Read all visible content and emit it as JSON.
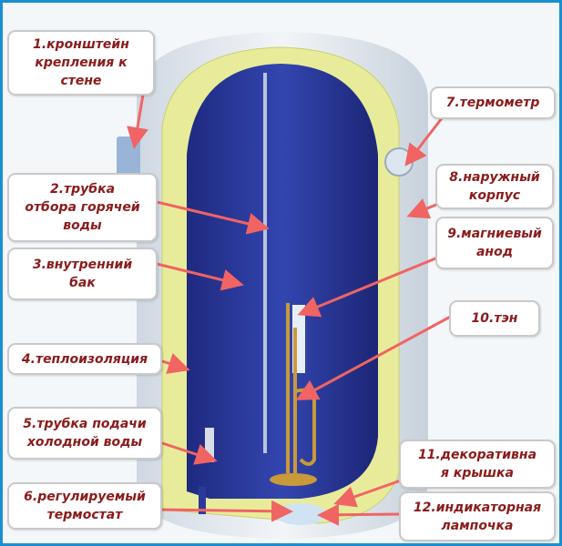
{
  "title": "Устройство водонагревателя",
  "labels": [
    {
      "id": 1,
      "text": "1.кронштейн\nкрепления к\nстене"
    },
    {
      "id": 2,
      "text": "2.трубка\nотбора горячей\nводы"
    },
    {
      "id": 3,
      "text": "3.внутренний\nбак"
    },
    {
      "id": 4,
      "text": "4.теплоизоляция"
    },
    {
      "id": 5,
      "text": "5.трубка подачи\nхолодной воды"
    },
    {
      "id": 6,
      "text": "6.регулируемый\nтермостат"
    },
    {
      "id": 7,
      "text": "7.термометр"
    },
    {
      "id": 8,
      "text": "8.наружный\nкорпус"
    },
    {
      "id": 9,
      "text": "9.магниевый\nанод"
    },
    {
      "id": 10,
      "text": "10.тэн"
    },
    {
      "id": 11,
      "text": "11.декоративна\nя крышка"
    },
    {
      "id": 12,
      "text": "12.индикаторная\nлампочка"
    }
  ],
  "colors": {
    "border": "#1a8fd0",
    "label_text": "#8a1b1b",
    "arrow": "#f06464",
    "tank_inner": "#2a3a9a",
    "insulation": "#e8ec9a",
    "body": "#e6ebf0"
  }
}
